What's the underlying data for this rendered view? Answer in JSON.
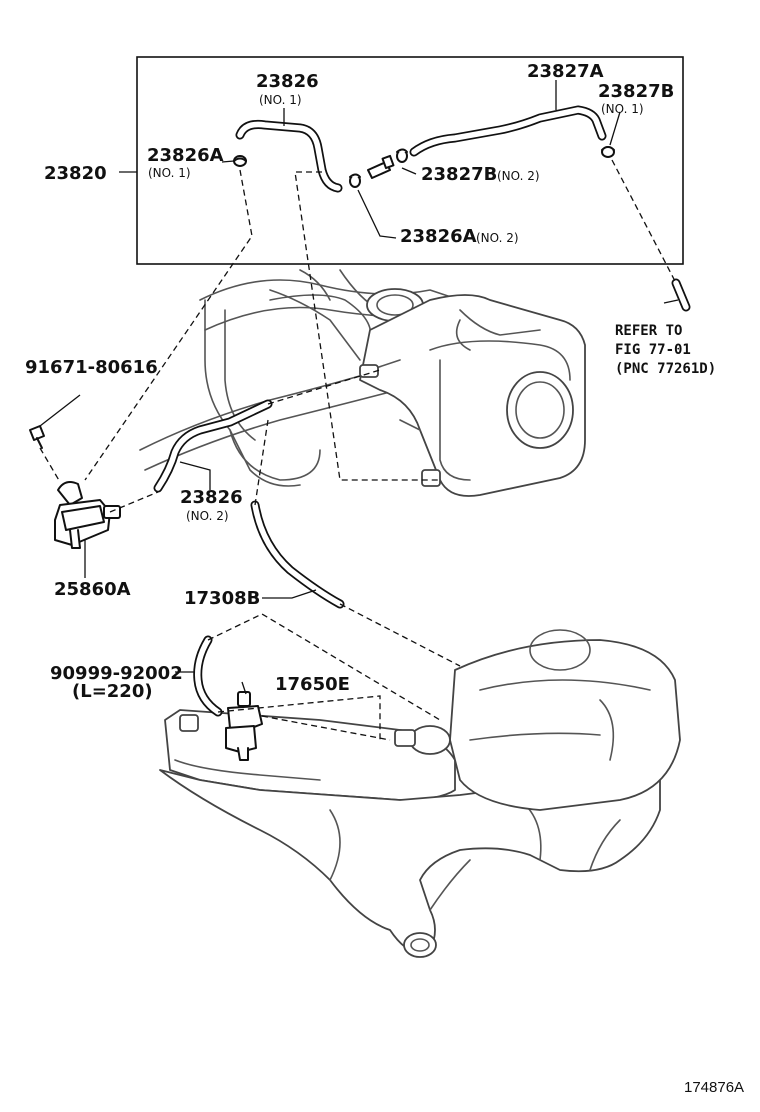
{
  "labels": {
    "p23820": "23820",
    "p23826_top": "23826",
    "p23826_top_sub": "(NO. 1)",
    "p23826A_no1": "23826A",
    "p23826A_no1_sub": "(NO. 1)",
    "p23827A": "23827A",
    "p23827B_no1": "23827B",
    "p23827B_no1_sub": "(NO. 1)",
    "p23827B_no2": "23827B",
    "p23827B_no2_sub": "(NO. 2)",
    "p23826A_no2": "23826A",
    "p23826A_no2_sub": "(NO. 2)",
    "refer_line1": "REFER TO",
    "refer_line2": "FIG 77-01",
    "refer_line3": "(PNC 77261D)",
    "p91671": "91671-80616",
    "p23826_no2": "23826",
    "p23826_no2_sub": "(NO. 2)",
    "p25860A": "25860A",
    "p17308B": "17308B",
    "p90999": "90999-92002",
    "p90999_sub": "(L=220)",
    "p17650E": "17650E",
    "figure_number": "174876A"
  },
  "colors": {
    "line": "#111111",
    "background": "#ffffff"
  }
}
